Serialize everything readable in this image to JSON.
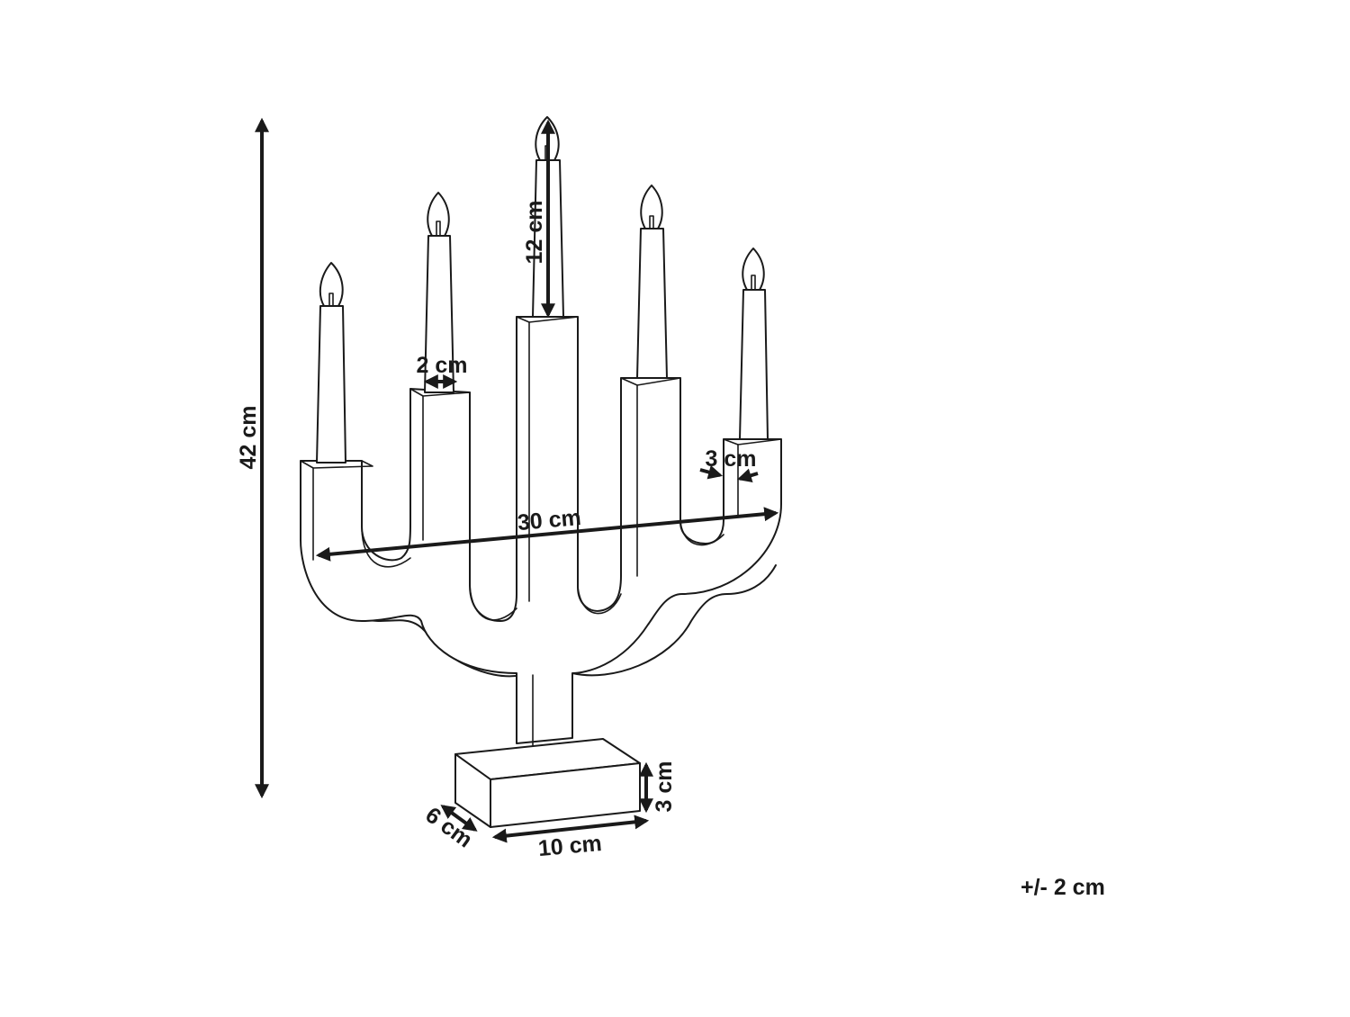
{
  "dimensions": {
    "height": "42 cm",
    "width": "30 cm",
    "candle_height": "12 cm",
    "holder_gap": "2 cm",
    "holder_width": "3 cm",
    "base_height": "3 cm",
    "base_depth": "6 cm",
    "base_width": "10 cm"
  },
  "tolerance": "+/- 2 cm"
}
